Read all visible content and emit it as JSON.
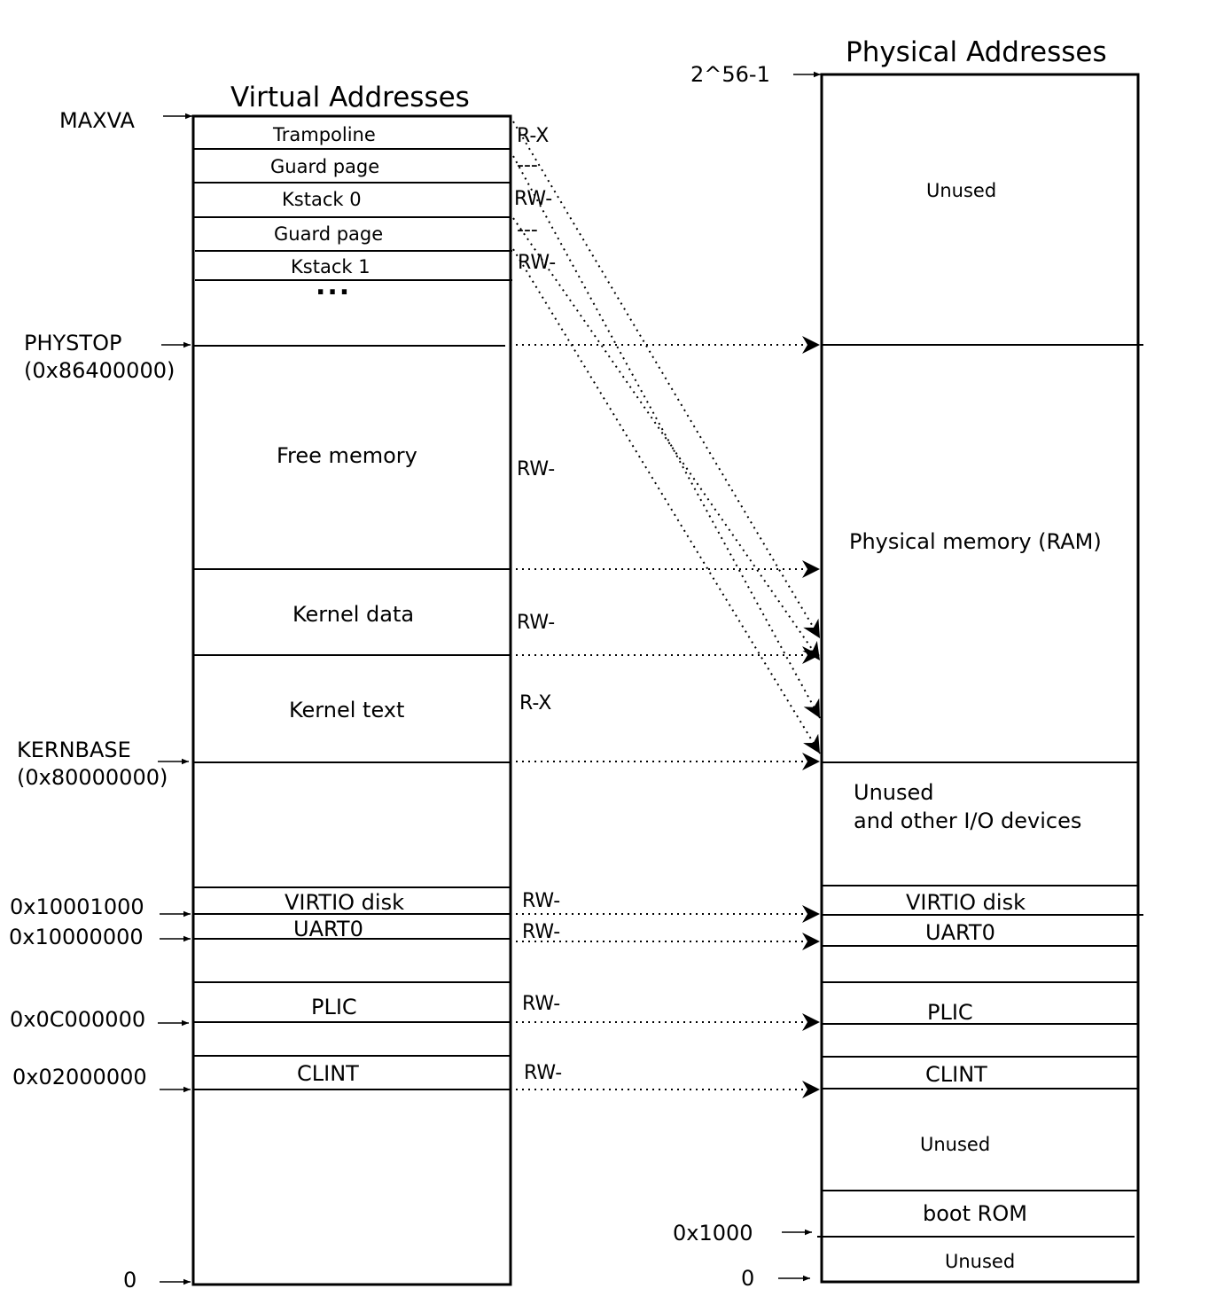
{
  "virtual": {
    "title": "Virtual Addresses",
    "markers": {
      "maxva": "MAXVA",
      "phystop": "PHYSTOP",
      "phystop_value": "(0x86400000)",
      "kernbase": "KERNBASE",
      "kernbase_value": "(0x80000000)",
      "virtio_addr": "0x10001000",
      "uart_addr": "0x10000000",
      "plic_addr": "0x0C000000",
      "clint_addr": "0x02000000",
      "zero": "0"
    },
    "regions": {
      "trampoline": "Trampoline",
      "guard_page_0": "Guard page",
      "kstack_0": "Kstack 0",
      "guard_page_1": "Guard page",
      "kstack_1": "Kstack 1",
      "ellipsis": "...",
      "free_memory": "Free memory",
      "kernel_data": "Kernel data",
      "kernel_text": "Kernel text",
      "virtio_disk": "VIRTIO disk",
      "uart0": "UART0",
      "plic": "PLIC",
      "clint": "CLINT"
    },
    "permissions": {
      "trampoline": "R-X",
      "guard_page_0": "---",
      "kstack_0": "RW-",
      "guard_page_1": "---",
      "kstack_1": "RW-",
      "free_memory": "RW-",
      "kernel_data": "RW-",
      "kernel_text": "R-X",
      "virtio_disk": "RW-",
      "uart0": "RW-",
      "plic": "RW-",
      "clint": "RW-"
    }
  },
  "physical": {
    "title": "Physical Addresses",
    "markers": {
      "top": "2^56-1",
      "boot_rom_addr": "0x1000",
      "zero": "0"
    },
    "regions": {
      "unused_top": "Unused",
      "ram": "Physical memory (RAM)",
      "unused_io_line1": "Unused",
      "unused_io_line2": "and other I/O devices",
      "virtio_disk": "VIRTIO disk",
      "uart0": "UART0",
      "plic": "PLIC",
      "clint": "CLINT",
      "unused_low": "Unused",
      "boot_rom": "boot ROM",
      "unused_bottom": "Unused"
    }
  }
}
